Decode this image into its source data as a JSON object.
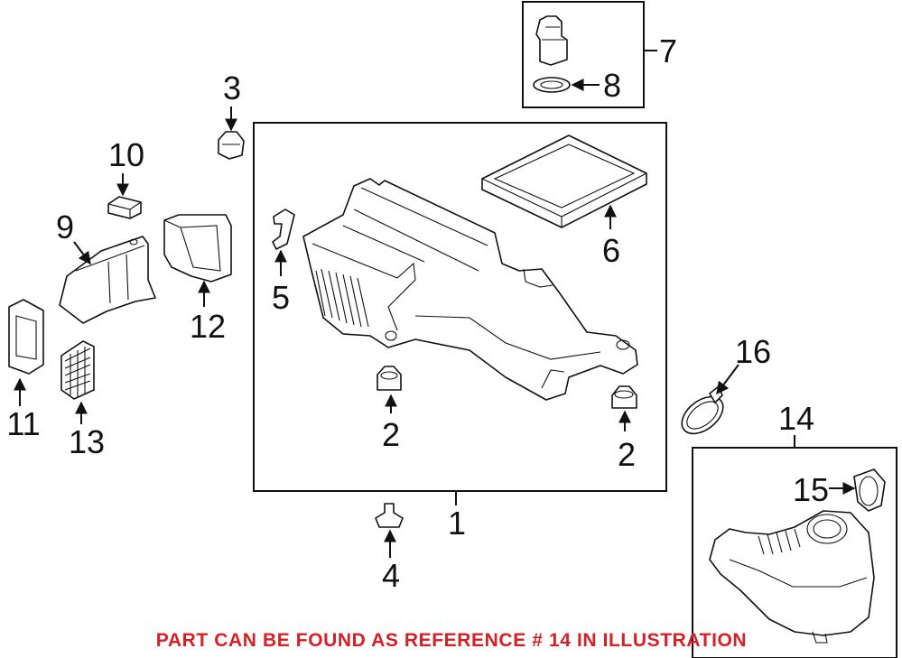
{
  "callouts": {
    "c1": "1",
    "c2a": "2",
    "c2b": "2",
    "c3": "3",
    "c4": "4",
    "c5": "5",
    "c6": "6",
    "c7": "7",
    "c8": "8",
    "c9": "9",
    "c10": "10",
    "c11": "11",
    "c12": "12",
    "c13": "13",
    "c14": "14",
    "c15": "15",
    "c16": "16"
  },
  "footnote": "PART CAN BE FOUND AS REFERENCE # 14 IN ILLUSTRATION",
  "colors": {
    "line": "#111111",
    "footnote": "#d42027",
    "background": "#ffffff"
  }
}
